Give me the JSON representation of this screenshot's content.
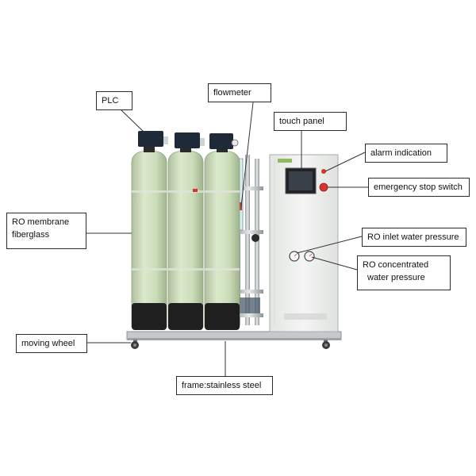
{
  "labels": {
    "plc": "PLC",
    "flowmeter": "flowmeter",
    "touch_panel": "touch panel",
    "alarm_indication": "alarm indication",
    "emergency_stop_switch": "emergency stop switch",
    "ro_membrane_line1": "RO membrane",
    "ro_membrane_line2": "fiberglass",
    "ro_inlet_water_pressure": "RO inlet water pressure",
    "ro_concentrated_line1": "RO concentrated",
    "ro_concentrated_line2": "water pressure",
    "moving_wheel": "moving wheel",
    "frame": "frame:stainless steel"
  },
  "colors": {
    "tank": "#cfe0bf",
    "tank_shade": "#b3c8a1",
    "tank_base": "#1f1f1f",
    "cabinet": "#eef0ee",
    "steel": "#c8ccce",
    "leader": "#333333",
    "alarm_red": "#d8342f"
  }
}
